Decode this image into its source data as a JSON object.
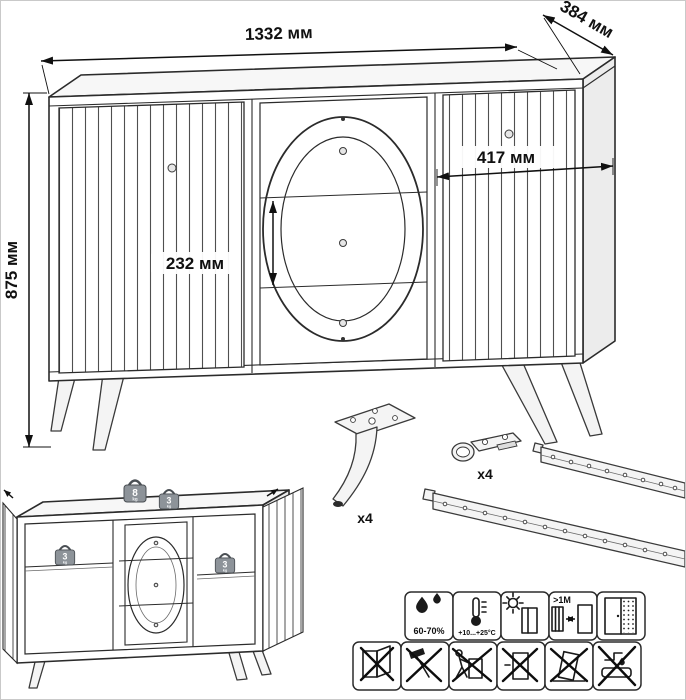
{
  "dims": {
    "overall_width": "1332 мм",
    "overall_depth": "384 мм",
    "overall_height": "875 мм",
    "niche_width": "417 мм",
    "drawer_height": "232 мм"
  },
  "hardware": {
    "leg_qty": "x4",
    "hinge_qty": "x4"
  },
  "load_limits": {
    "top_value": "8",
    "shelf_value": "3",
    "unit": "kg"
  },
  "care": {
    "humidity": "60-70%",
    "temperature": "+10...+25°C",
    "min_distance": ">1M"
  },
  "colors": {
    "line": "#2b2b2b",
    "dimension": "#101010",
    "top_fill": "#f7f7f7",
    "side_fill": "#ececec",
    "weight_fill": "#8d9399"
  }
}
